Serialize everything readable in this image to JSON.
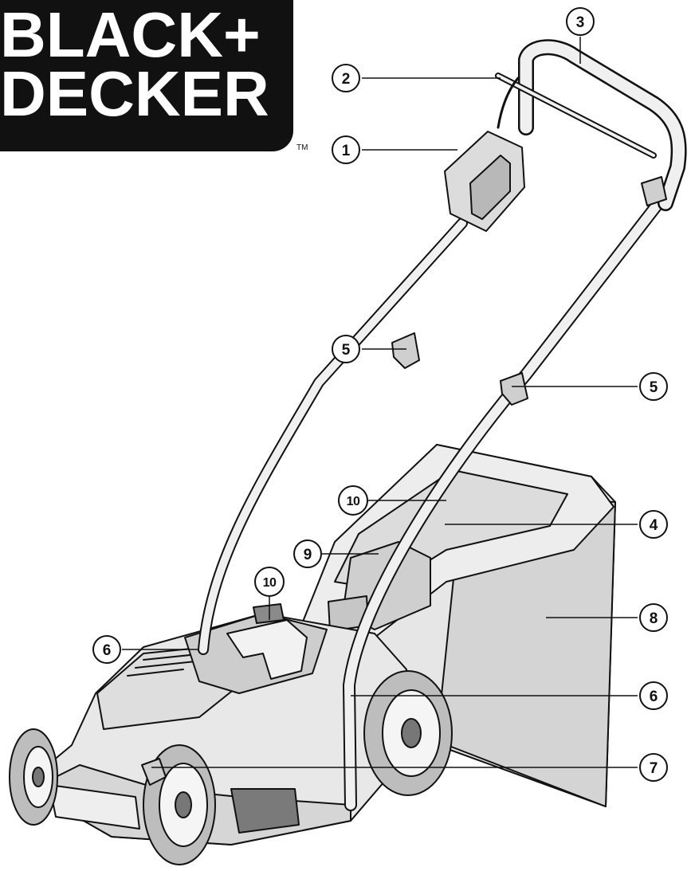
{
  "logo": {
    "line1": "BLACK+",
    "line2": "DECKER",
    "tm": "TM"
  },
  "colors": {
    "ink": "#111111",
    "body_fill": "#e8e8e8",
    "body_shade": "#d2d2d2",
    "dark_part": "#6f6f6f"
  },
  "callouts": [
    {
      "id": "callout-1",
      "label": "1"
    },
    {
      "id": "callout-2",
      "label": "2"
    },
    {
      "id": "callout-3",
      "label": "3"
    },
    {
      "id": "callout-4",
      "label": "4"
    },
    {
      "id": "callout-5-left",
      "label": "5"
    },
    {
      "id": "callout-5-right",
      "label": "5"
    },
    {
      "id": "callout-6-left",
      "label": "6"
    },
    {
      "id": "callout-6-right",
      "label": "6"
    },
    {
      "id": "callout-7",
      "label": "7"
    },
    {
      "id": "callout-8",
      "label": "8"
    },
    {
      "id": "callout-9",
      "label": "9"
    },
    {
      "id": "callout-10-top",
      "label": "10"
    },
    {
      "id": "callout-10-bottom",
      "label": "10"
    }
  ]
}
